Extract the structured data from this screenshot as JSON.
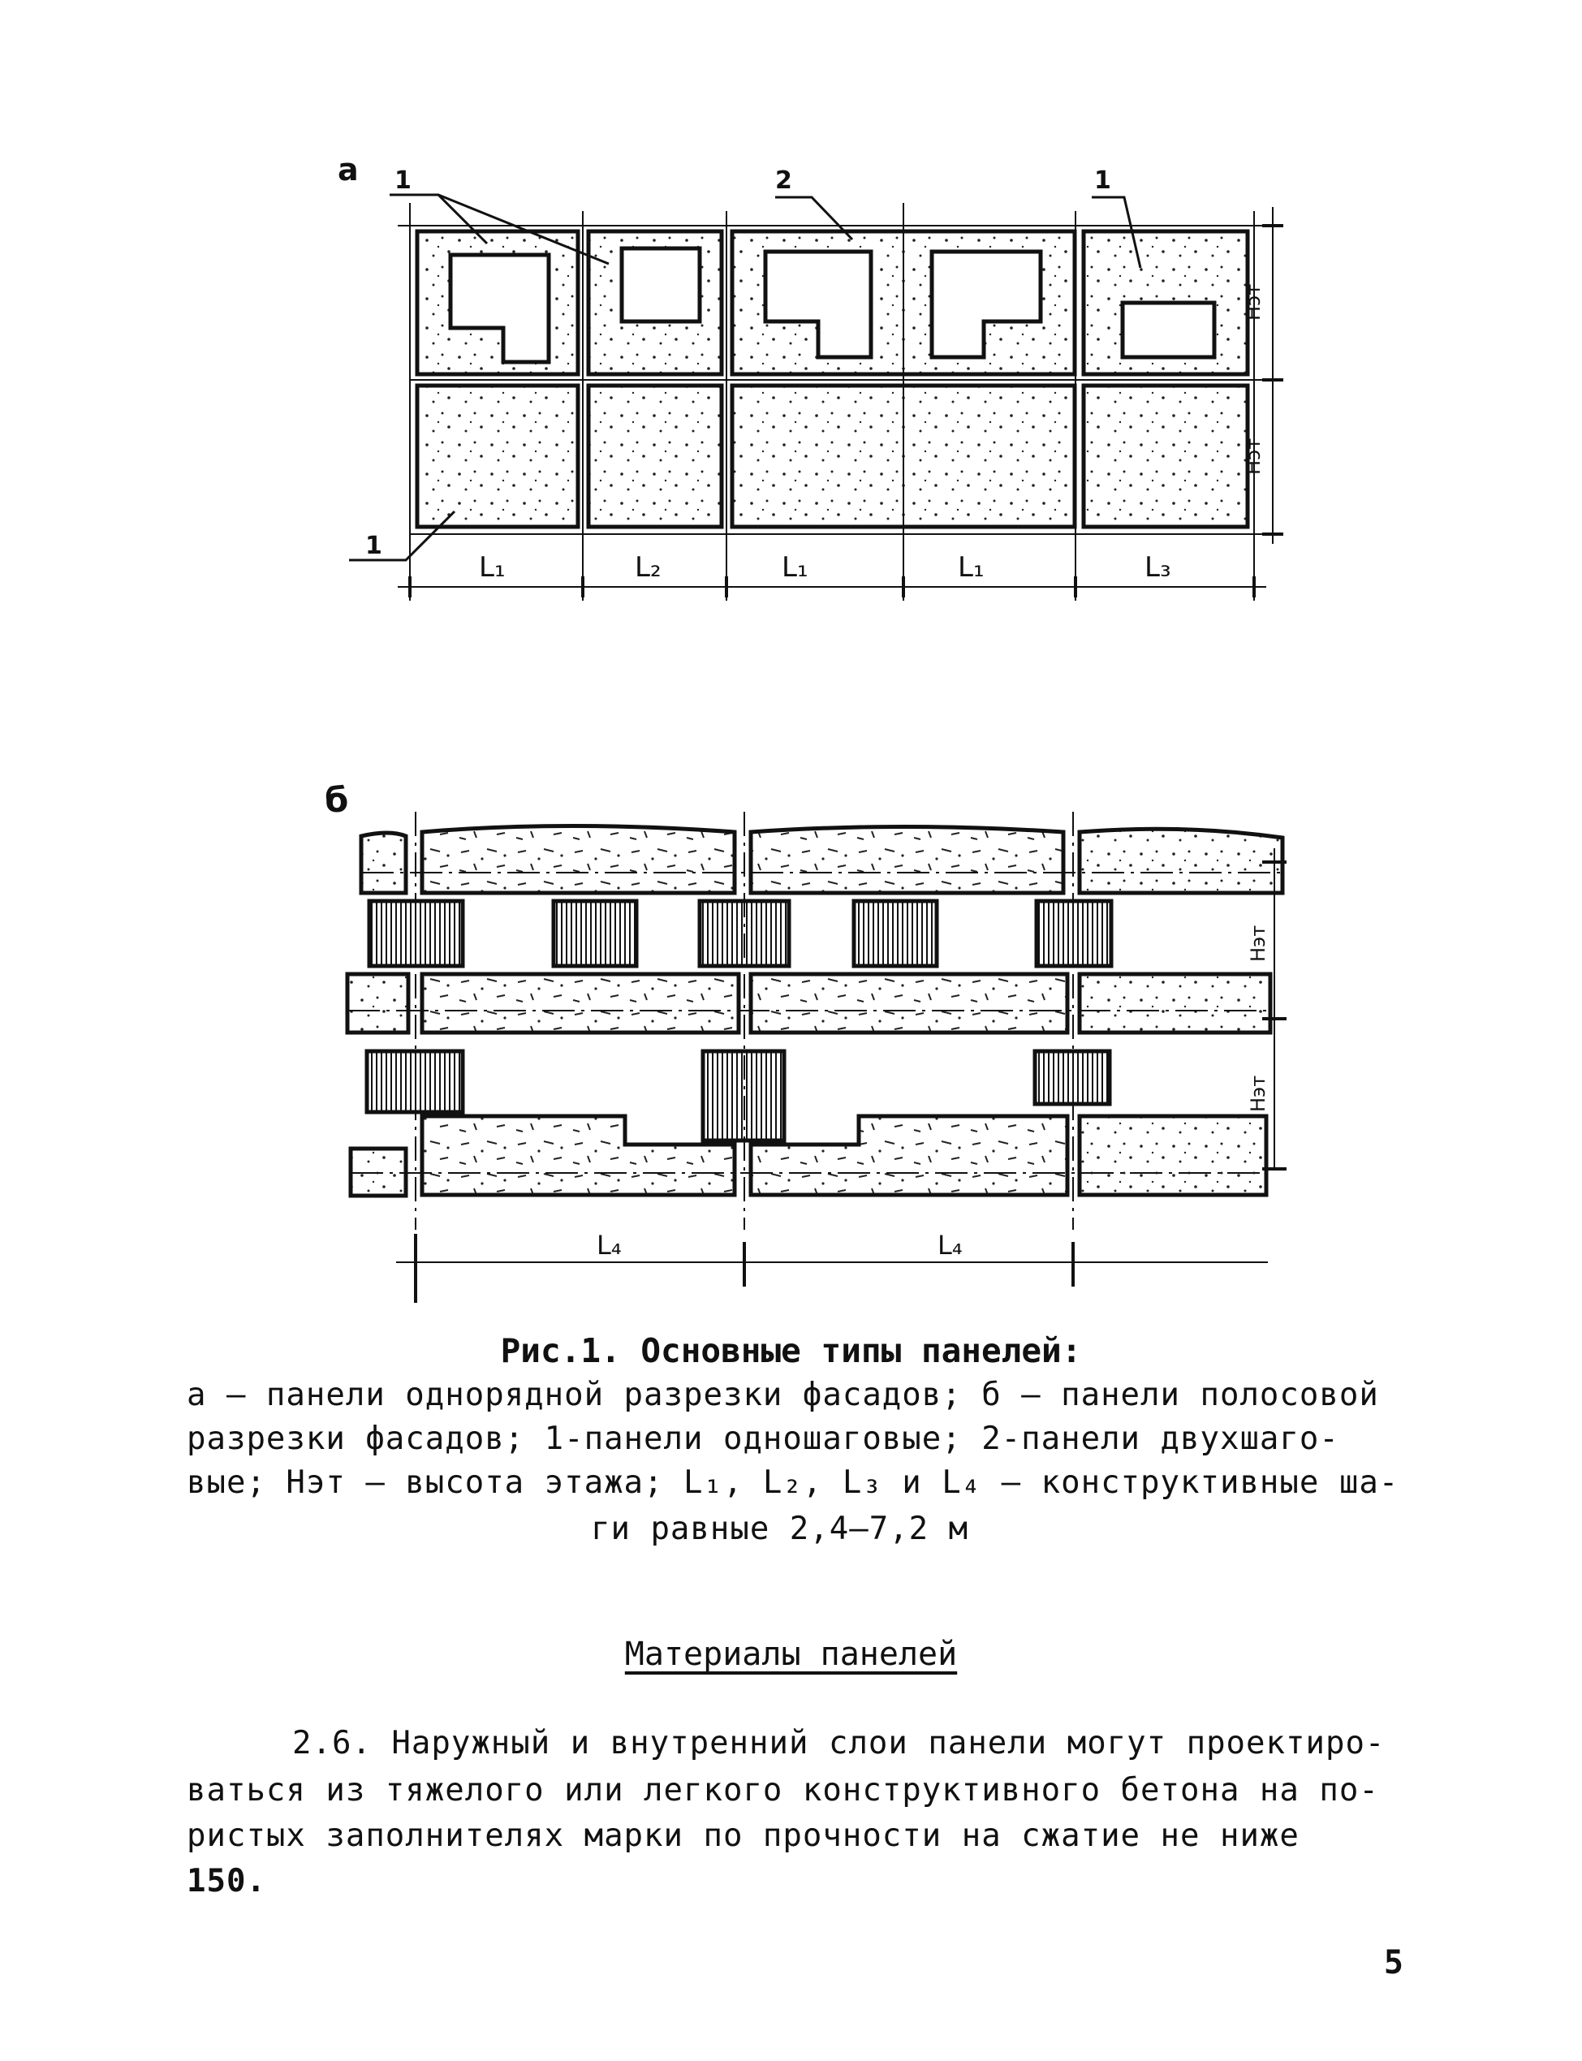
{
  "figure_a": {
    "label": "а",
    "callouts": [
      "1",
      "2",
      "1",
      "1"
    ],
    "height_labels": [
      "Hэт",
      "Hэт"
    ],
    "span_labels": [
      "L₁",
      "L₂",
      "L₁",
      "L₁",
      "L₃"
    ]
  },
  "figure_b": {
    "label": "б",
    "height_labels": [
      "Hэт",
      "Hэт"
    ],
    "span_labels": [
      "L₄",
      "L₄"
    ]
  },
  "caption": {
    "title": "Рис.1. Основные типы панелей:",
    "line1": "а – панели однорядной разрезки фасадов; б – панели полосовой",
    "line2": "разрезки фасадов; 1-панели одношаговые; 2-панели двухшаго-",
    "line3": "вые; Нэт – высота этажа; L₁, L₂, L₃ и L₄ – конструктивные ша-",
    "line4": "ги равные 2,4–7,2 м"
  },
  "section": {
    "heading": "Материалы панелей",
    "para_line1": "2.6. Наружный и внутренний слои панели могут проектиро-",
    "para_line2": "ваться из тяжелого или легкого конструктивного бетона на по-",
    "para_line3": "ристых заполнителях марки по прочности на сжатие не ниже",
    "para_line4": "150."
  },
  "page_number": "5"
}
